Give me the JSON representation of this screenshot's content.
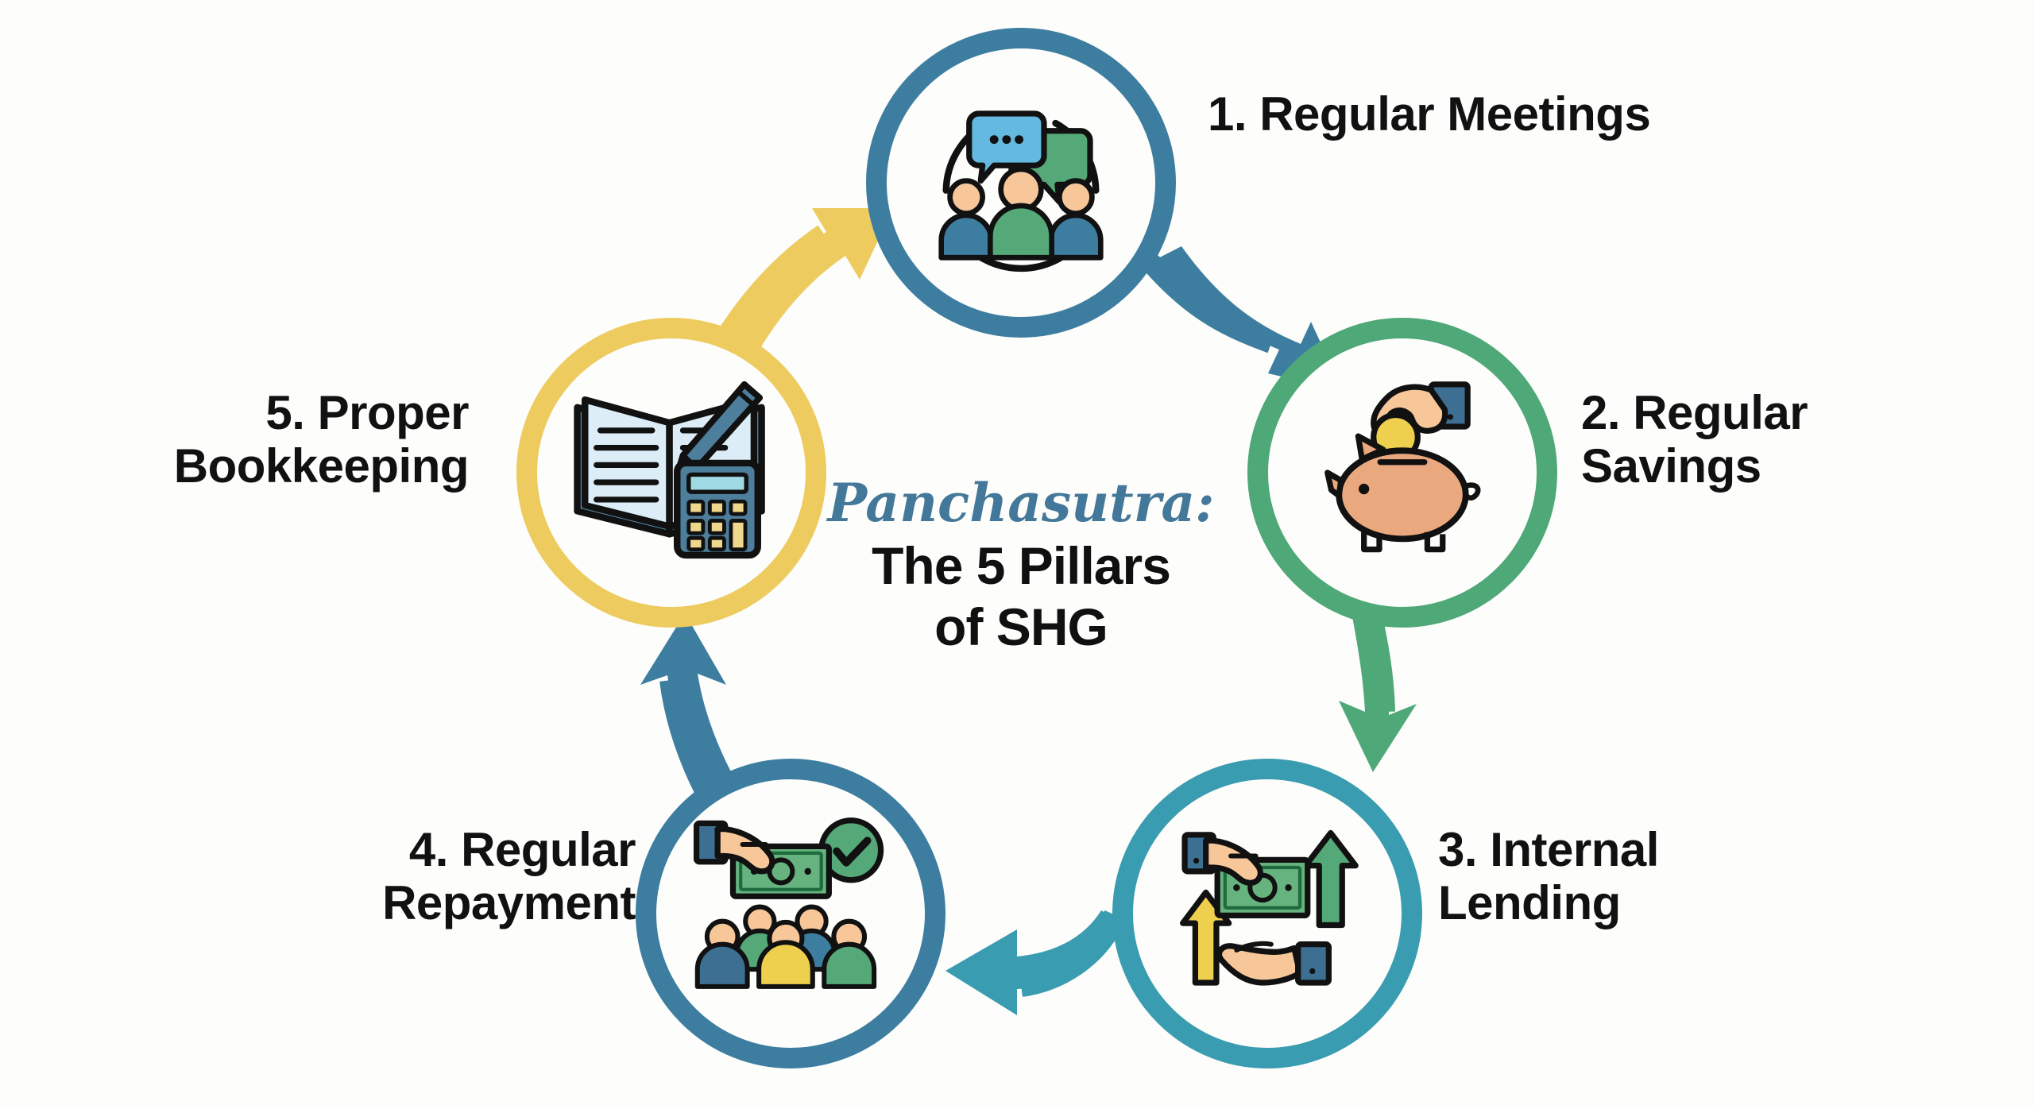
{
  "background_color": "#fdfdfb",
  "center": {
    "script_title": "Panchasutra:",
    "main_title": "The 5 Pillars\nof SHG",
    "script_color": "#44789a",
    "main_color": "#101010"
  },
  "nodes": [
    {
      "index": "1",
      "label": "1. Regular Meetings",
      "ring_color": "#3d7ea0",
      "icon_name": "group-meeting-icon",
      "icon_description": "Three people with two speech bubbles"
    },
    {
      "index": "2",
      "label": "2. Regular\nSavings",
      "ring_color": "#4fa878",
      "icon_name": "piggy-bank-savings-icon",
      "icon_description": "Hand dropping gold coin into piggy bank"
    },
    {
      "index": "3",
      "label": "3. Internal\nLending",
      "ring_color": "#3a9cb0",
      "icon_name": "money-exchange-hands-icon",
      "icon_description": "Two hands exchanging banknote with green and yellow up arrows"
    },
    {
      "index": "4",
      "label": "4. Regular\nRepayment",
      "ring_color": "#3d7ea0",
      "icon_name": "repayment-checkmark-group-icon",
      "icon_description": "Hand with banknote, green check circle, group of five people"
    },
    {
      "index": "5",
      "label": "5. Proper\nBookkeeping",
      "ring_color": "#edcb5e",
      "icon_name": "ledger-book-calculator-icon",
      "icon_description": "Open book with pen and calculator"
    }
  ],
  "arrows": [
    {
      "name": "arrow-meetings-to-savings",
      "color": "#3d7ea0",
      "from": "1",
      "to": "2"
    },
    {
      "name": "arrow-savings-to-lending",
      "color": "#4fa878",
      "from": "2",
      "to": "3"
    },
    {
      "name": "arrow-lending-to-repayment",
      "color": "#3a9cb0",
      "from": "3",
      "to": "4"
    },
    {
      "name": "arrow-repayment-to-bookkeeping",
      "color": "#3d7ea0",
      "from": "4",
      "to": "5"
    },
    {
      "name": "arrow-bookkeeping-to-meetings",
      "color": "#edcb5e",
      "from": "5",
      "to": "1"
    }
  ]
}
